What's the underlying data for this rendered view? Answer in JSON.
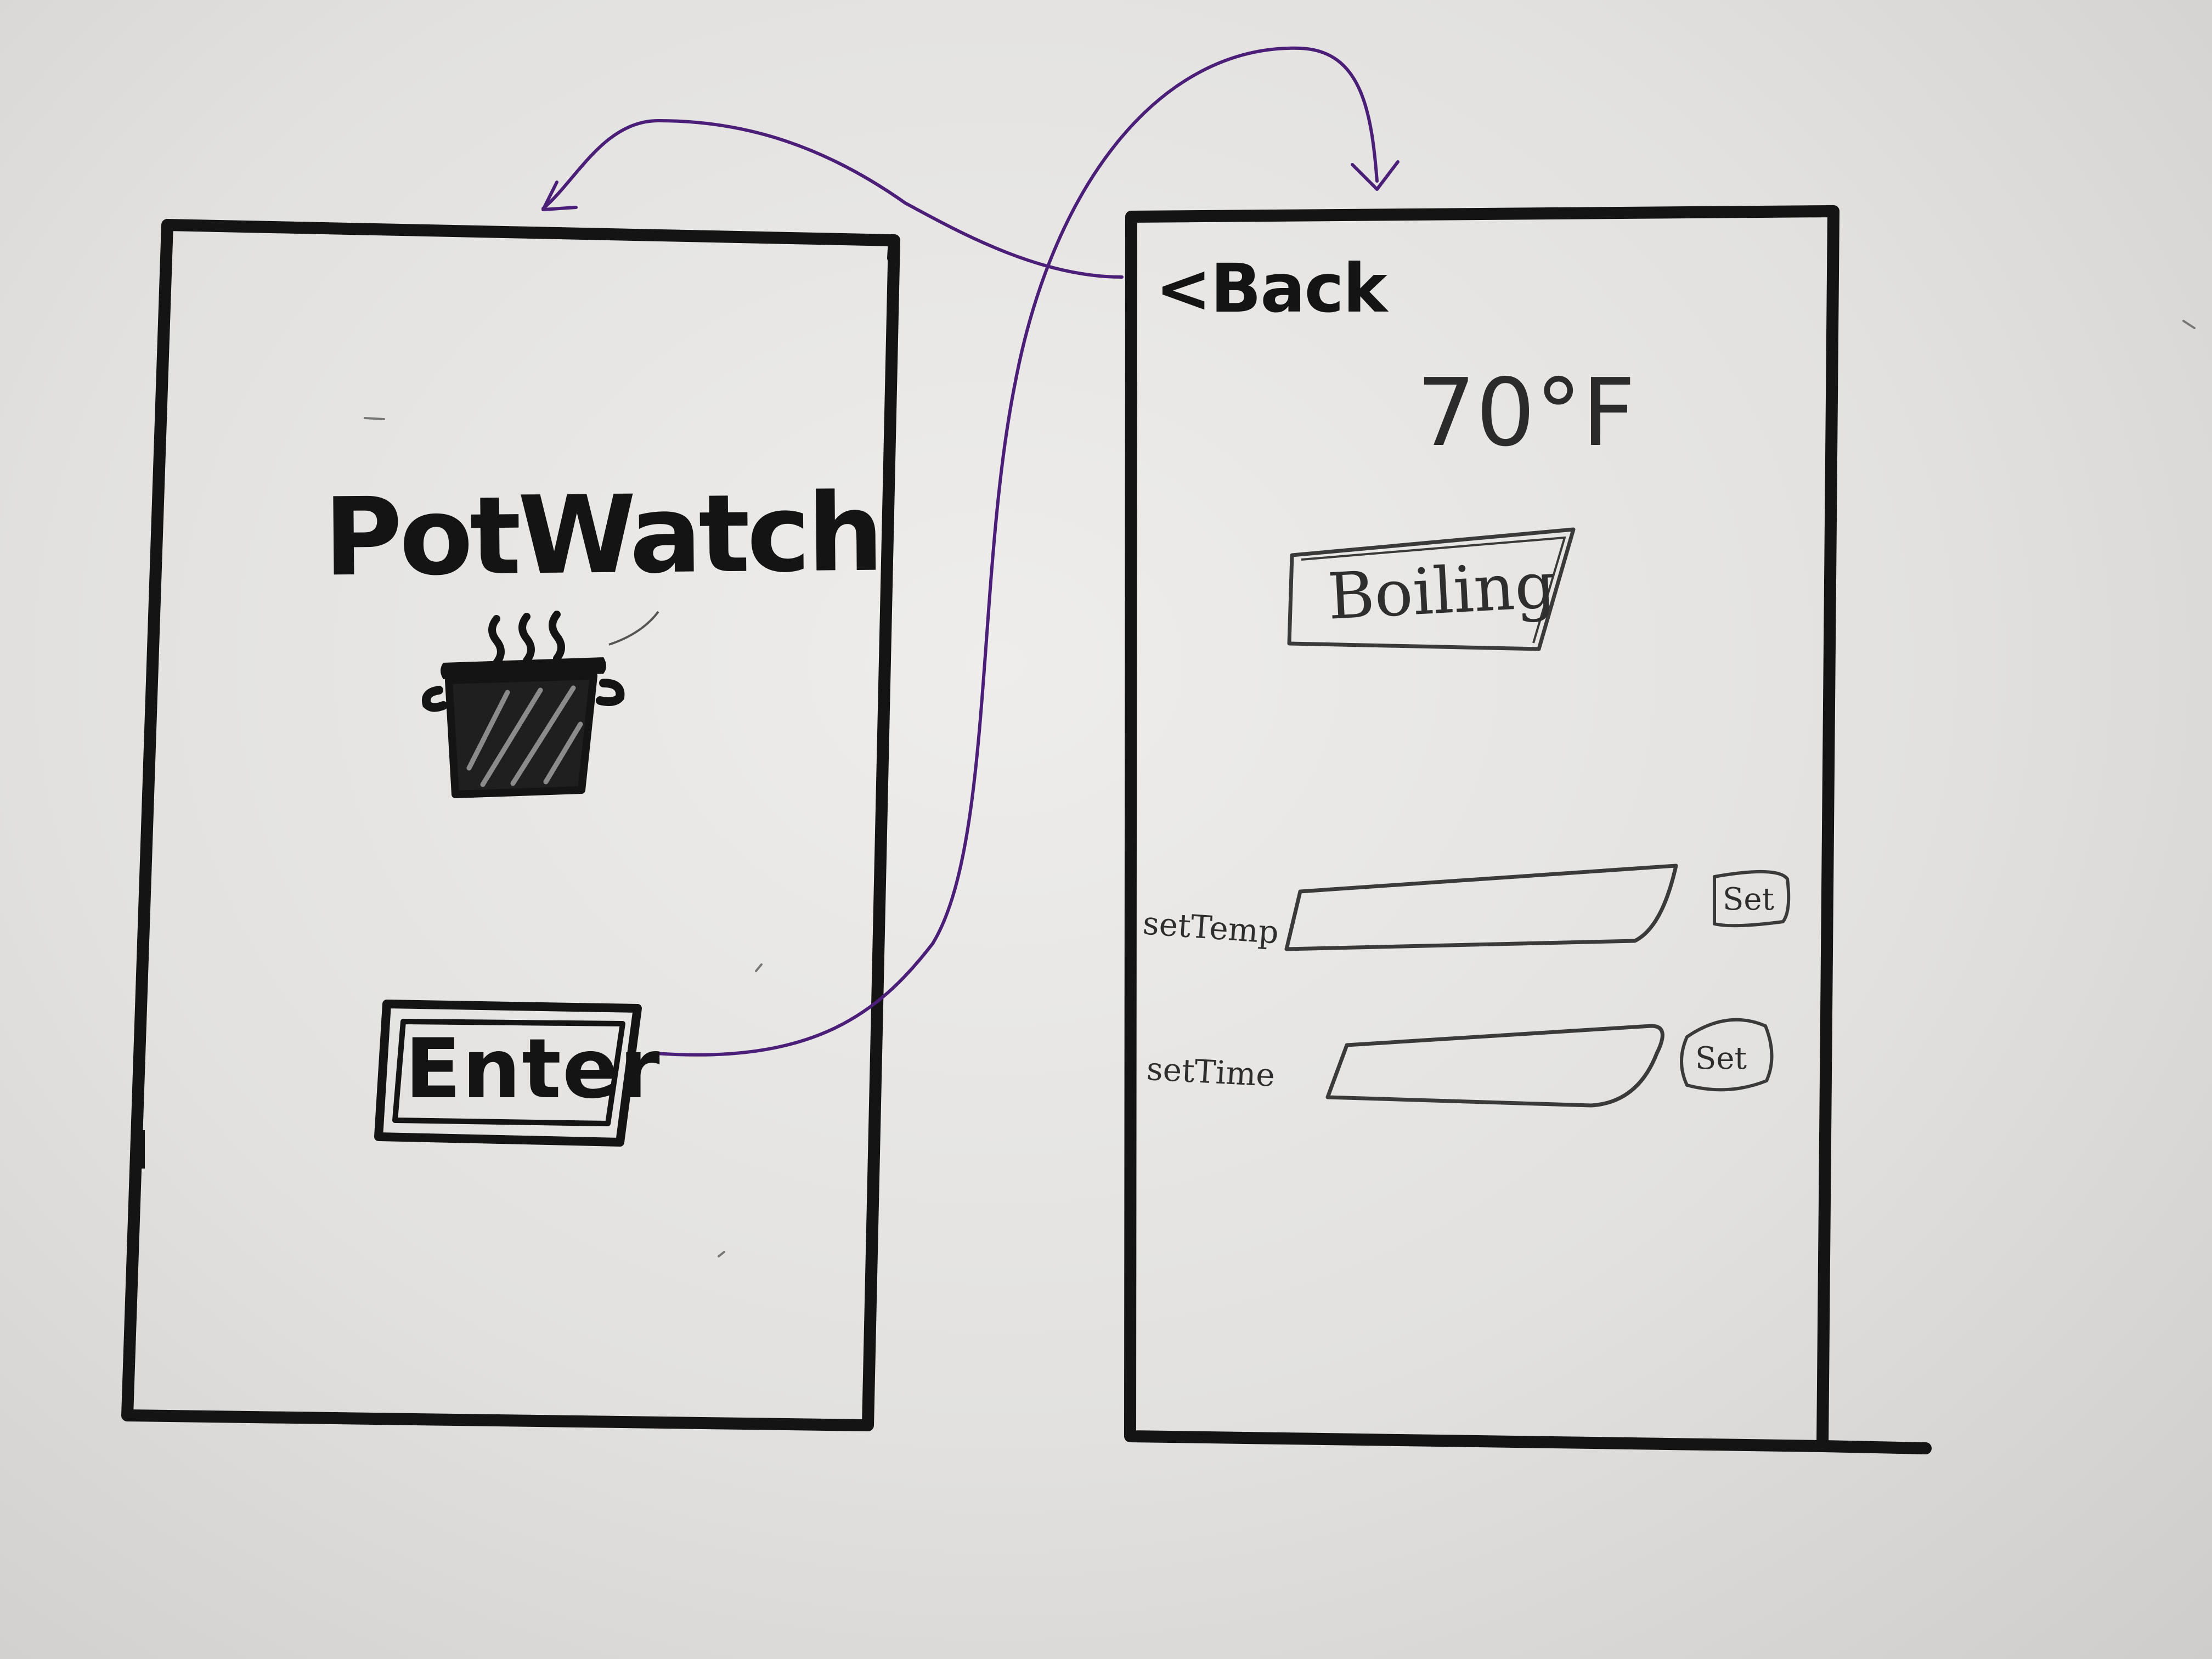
{
  "home_screen": {
    "app_title": "PotWatch",
    "logo_icon": "steaming-pot-icon",
    "enter_button_label": "Enter"
  },
  "detail_screen": {
    "back_label": "<Back",
    "temperature": "70°F",
    "status_label": "Boiling",
    "set_temp_label": "setTemp",
    "set_temp_button_label": "Set",
    "set_time_label": "setTime",
    "set_time_button_label": "Set"
  },
  "colors": {
    "marker": "#141414",
    "pencil": "#3a3a3a",
    "arrow_ink": "#4b1f78",
    "paper": "#e8e7e5"
  }
}
